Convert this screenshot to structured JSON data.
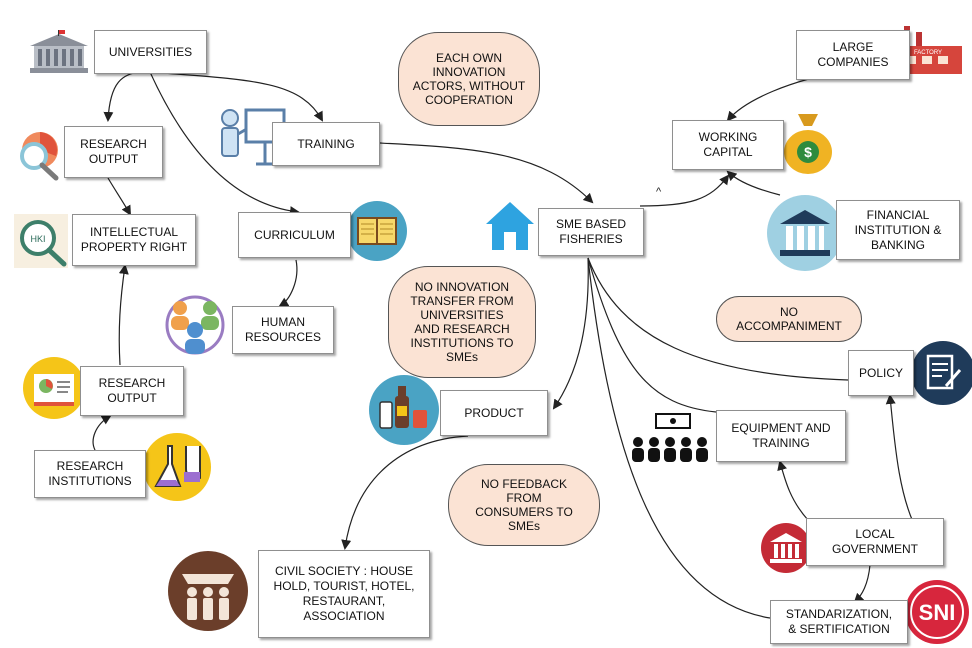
{
  "nodes": {
    "universities": "UNIVERSITIES",
    "research_output_top": "RESEARCH\nOUTPUT",
    "training": "TRAINING",
    "intellectual_property": "INTELLECTUAL\nPROPERTY RIGHT",
    "curriculum": "CURRICULUM",
    "human_resources": "HUMAN\nRESOURCES",
    "research_output_bottom": "RESEARCH\nOUTPUT",
    "research_institutions": "RESEARCH\nINSTITUTIONS",
    "sme": "SME BASED\nFISHERIES",
    "product": "PRODUCT",
    "civil_society": "CIVIL SOCIETY : HOUSE\nHOLD, TOURIST, HOTEL,\nRESTAURANT,\nASSOCIATION",
    "large_companies": "LARGE\nCOMPANIES",
    "working_capital": "WORKING\nCAPITAL",
    "financial_institution": "FINANCIAL\nINSTITUTION &\nBANKING",
    "policy": "POLICY",
    "equipment_training": "EQUIPMENT AND\nTRAINING",
    "local_government": "LOCAL\nGOVERNMENT",
    "standarization": "STANDARIZATION,\n& SERTIFICATION"
  },
  "notes": {
    "no_cooperation": "EACH OWN\nINNOVATION\nACTORS, WITHOUT\nCOOPERATION",
    "no_transfer": "NO INNOVATION\nTRANSFER FROM\nUNIVERSITIES\nAND RESEARCH\nINSTITUTIONS TO\nSMEs",
    "no_accompaniment": "NO\nACCOMPANIMENT",
    "no_feedback": "NO FEEDBACK\nFROM\nCONSUMERS TO\nSMEs"
  },
  "icons": {
    "sni_text": "SNI",
    "factory_text": "FACTORY",
    "hki_text": "HKI",
    "caret": "^"
  },
  "colors": {
    "note_fill": "#fbe3d4",
    "teal": "#4aa3c4",
    "gold": "#f2c230",
    "green_bag": "#2e8b3d",
    "navy": "#1f3b5a",
    "brown": "#6b3e2a",
    "red": "#c42b36",
    "sky": "#2ea3e0"
  }
}
